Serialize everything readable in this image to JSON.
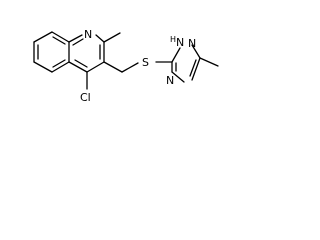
{
  "molecule": {
    "atoms": {
      "quinoline_n": "N",
      "chlorine": "Cl",
      "sulfur": "S",
      "triazole_nh_h": "H",
      "triazole_nh_n": "N",
      "triazole_n2": "N",
      "triazole_n4": "N"
    }
  },
  "colors": {
    "bond": "#000000",
    "atom_label": "#000000",
    "background": "#ffffff"
  }
}
